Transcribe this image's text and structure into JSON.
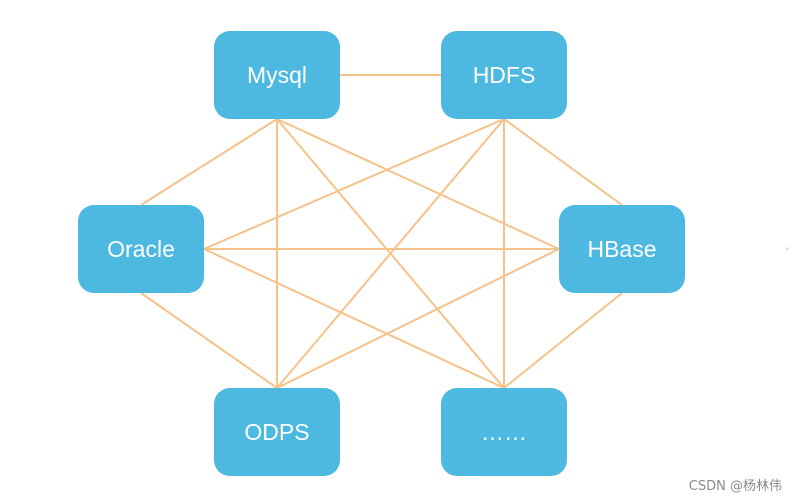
{
  "diagram": {
    "nodes": [
      {
        "id": "mysql",
        "label": "Mysql"
      },
      {
        "id": "hdfs",
        "label": "HDFS"
      },
      {
        "id": "oracle",
        "label": "Oracle"
      },
      {
        "id": "hbase",
        "label": "HBase"
      },
      {
        "id": "odps",
        "label": "ODPS"
      },
      {
        "id": "more",
        "label": "……"
      }
    ],
    "edges": [
      [
        "mysql",
        "hdfs"
      ],
      [
        "mysql",
        "oracle"
      ],
      [
        "mysql",
        "hbase"
      ],
      [
        "mysql",
        "odps"
      ],
      [
        "mysql",
        "more"
      ],
      [
        "hdfs",
        "oracle"
      ],
      [
        "hdfs",
        "hbase"
      ],
      [
        "hdfs",
        "odps"
      ],
      [
        "hdfs",
        "more"
      ],
      [
        "oracle",
        "hbase"
      ],
      [
        "oracle",
        "odps"
      ],
      [
        "oracle",
        "more"
      ],
      [
        "hbase",
        "odps"
      ],
      [
        "hbase",
        "more"
      ]
    ],
    "node_color": "#4db8e0",
    "edge_color": "#f5c28a"
  },
  "watermark": "CSDN @杨林伟",
  "edge_marker": "⌄"
}
